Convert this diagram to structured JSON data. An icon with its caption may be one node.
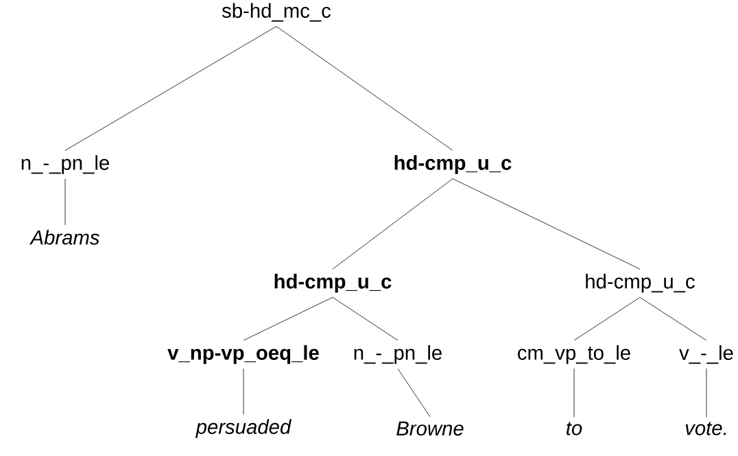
{
  "diagram": {
    "nodes": [
      {
        "text": [
          "sb-hd_mc_c"
        ]
      },
      {
        "text": [
          "n_-_pn_le"
        ]
      },
      {
        "text": [
          "Abrams"
        ]
      },
      {
        "text": [
          "hd-cmp_u_c"
        ]
      },
      {
        "text": [
          "hd-cmp_u_c"
        ]
      },
      {
        "text": [
          "hd-cmp_u_c"
        ]
      },
      {
        "text": [
          "v_np-vp_oeq_le"
        ]
      },
      {
        "text": [
          "n_-_pn_le"
        ]
      },
      {
        "text": [
          "persuaded"
        ]
      },
      {
        "text": [
          "Browne"
        ]
      },
      {
        "text": [
          "cm_vp_to_le"
        ]
      },
      {
        "text": [
          "v_-_le"
        ]
      },
      {
        "text": [
          "to"
        ]
      },
      {
        "text": [
          "vote."
        ]
      }
    ],
    "edges": [
      {
        "from": 0,
        "to": 1,
        "arrow": "none"
      },
      {
        "from": 0,
        "to": 3,
        "arrow": "none"
      },
      {
        "from": 1,
        "to": 2,
        "arrow": "none"
      },
      {
        "from": 3,
        "to": 4,
        "arrow": "none"
      },
      {
        "from": 3,
        "to": 5,
        "arrow": "none"
      },
      {
        "from": 4,
        "to": 6,
        "arrow": "none"
      },
      {
        "from": 4,
        "to": 7,
        "arrow": "none"
      },
      {
        "from": 6,
        "to": 8,
        "arrow": "none"
      },
      {
        "from": 7,
        "to": 9,
        "arrow": "none"
      },
      {
        "from": 5,
        "to": 10,
        "arrow": "none"
      },
      {
        "from": 5,
        "to": 11,
        "arrow": "none"
      },
      {
        "from": 10,
        "to": 12,
        "arrow": "none"
      },
      {
        "from": 11,
        "to": 13,
        "arrow": "none"
      }
    ]
  }
}
